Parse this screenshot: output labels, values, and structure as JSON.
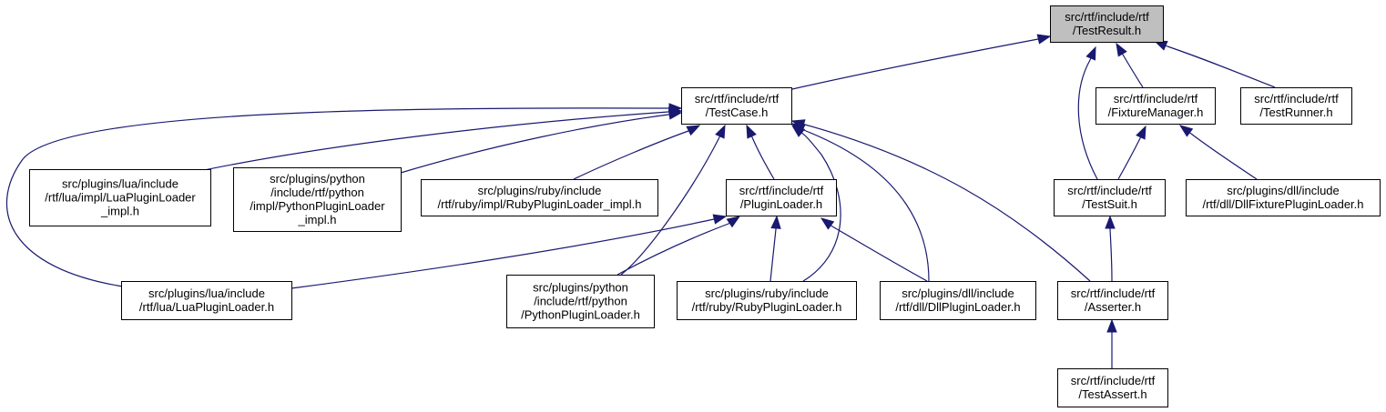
{
  "colors": {
    "node_fill": "#ffffff",
    "root_fill": "#bfbfbf",
    "edge": "#191970",
    "border": "#000000"
  },
  "nodes": [
    {
      "id": "testresult",
      "root": true,
      "lines": [
        "src/rtf/include/rtf",
        "/TestResult.h"
      ]
    },
    {
      "id": "testcase",
      "lines": [
        "src/rtf/include/rtf",
        "/TestCase.h"
      ]
    },
    {
      "id": "fixturemanager",
      "lines": [
        "src/rtf/include/rtf",
        "/FixtureManager.h"
      ]
    },
    {
      "id": "testrunner",
      "lines": [
        "src/rtf/include/rtf",
        "/TestRunner.h"
      ]
    },
    {
      "id": "lua-impl",
      "lines": [
        "src/plugins/lua/include",
        "/rtf/lua/impl/LuaPluginLoader",
        "_impl.h"
      ]
    },
    {
      "id": "python-impl",
      "lines": [
        "src/plugins/python",
        "/include/rtf/python",
        "/impl/PythonPluginLoader",
        "_impl.h"
      ]
    },
    {
      "id": "ruby-impl",
      "lines": [
        "src/plugins/ruby/include",
        "/rtf/ruby/impl/RubyPluginLoader_impl.h"
      ]
    },
    {
      "id": "pluginloader",
      "lines": [
        "src/rtf/include/rtf",
        "/PluginLoader.h"
      ]
    },
    {
      "id": "testsuit",
      "lines": [
        "src/rtf/include/rtf",
        "/TestSuit.h"
      ]
    },
    {
      "id": "dllfixture",
      "lines": [
        "src/plugins/dll/include",
        "/rtf/dll/DllFixturePluginLoader.h"
      ]
    },
    {
      "id": "lualoader",
      "lines": [
        "src/plugins/lua/include",
        "/rtf/lua/LuaPluginLoader.h"
      ]
    },
    {
      "id": "pythonloader",
      "lines": [
        "src/plugins/python",
        "/include/rtf/python",
        "/PythonPluginLoader.h"
      ]
    },
    {
      "id": "rubyloader",
      "lines": [
        "src/plugins/ruby/include",
        "/rtf/ruby/RubyPluginLoader.h"
      ]
    },
    {
      "id": "dllloader",
      "lines": [
        "src/plugins/dll/include",
        "/rtf/dll/DllPluginLoader.h"
      ]
    },
    {
      "id": "asserter",
      "lines": [
        "src/rtf/include/rtf",
        "/Asserter.h"
      ]
    },
    {
      "id": "testassert",
      "lines": [
        "src/rtf/include/rtf",
        "/TestAssert.h"
      ]
    }
  ],
  "edges": [
    {
      "from": "testcase",
      "to": "testresult"
    },
    {
      "from": "testsuit",
      "to": "testresult"
    },
    {
      "from": "fixturemanager",
      "to": "testresult"
    },
    {
      "from": "testrunner",
      "to": "testresult"
    },
    {
      "from": "lua-impl",
      "to": "testcase"
    },
    {
      "from": "python-impl",
      "to": "testcase"
    },
    {
      "from": "ruby-impl",
      "to": "testcase"
    },
    {
      "from": "pluginloader",
      "to": "testcase"
    },
    {
      "from": "lualoader",
      "to": "testcase"
    },
    {
      "from": "pythonloader",
      "to": "testcase"
    },
    {
      "from": "rubyloader",
      "to": "testcase"
    },
    {
      "from": "dllloader",
      "to": "testcase"
    },
    {
      "from": "asserter",
      "to": "testcase"
    },
    {
      "from": "testsuit",
      "to": "fixturemanager"
    },
    {
      "from": "dllfixture",
      "to": "fixturemanager"
    },
    {
      "from": "lualoader",
      "to": "pluginloader"
    },
    {
      "from": "pythonloader",
      "to": "pluginloader"
    },
    {
      "from": "rubyloader",
      "to": "pluginloader"
    },
    {
      "from": "dllloader",
      "to": "pluginloader"
    },
    {
      "from": "asserter",
      "to": "testsuit"
    },
    {
      "from": "testassert",
      "to": "asserter"
    }
  ]
}
